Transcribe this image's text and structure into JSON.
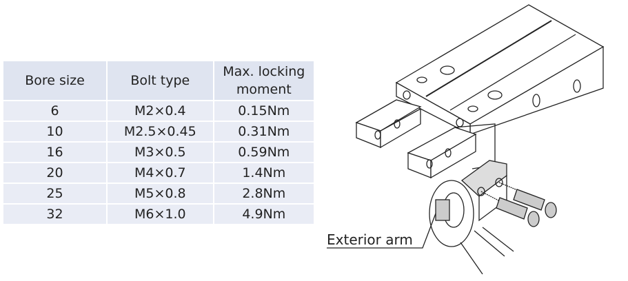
{
  "table": {
    "headers": [
      "Bore size",
      "Bolt type",
      "Max. locking moment"
    ],
    "rows": [
      [
        "6",
        "M2×0.4",
        "0.15Nm"
      ],
      [
        "10",
        "M2.5×0.45",
        "0.31Nm"
      ],
      [
        "16",
        "M3×0.5",
        "0.59Nm"
      ],
      [
        "20",
        "M4×0.7",
        "1.4Nm"
      ],
      [
        "25",
        "M5×0.8",
        "2.8Nm"
      ],
      [
        "32",
        "M6×1.0",
        "4.9Nm"
      ]
    ]
  },
  "figure": {
    "callout_label": "Exterior arm"
  }
}
